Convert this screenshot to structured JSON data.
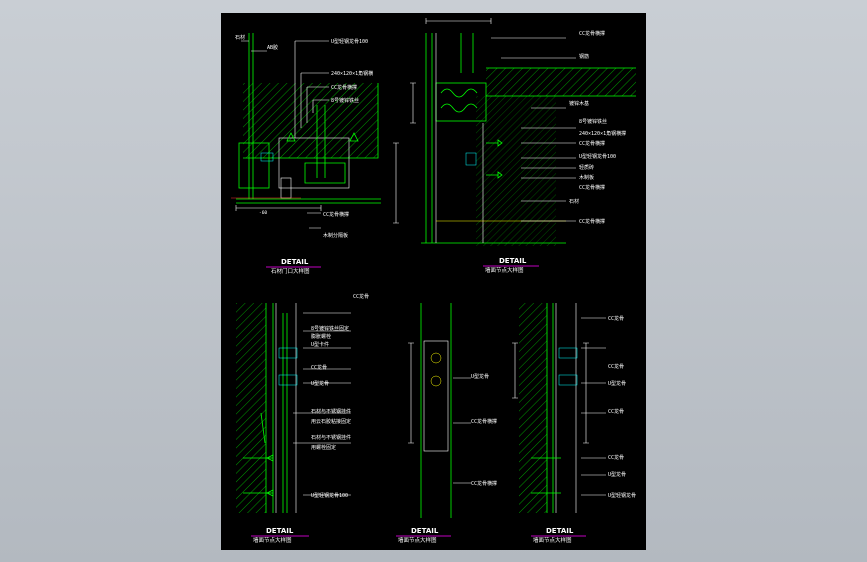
{
  "drawing": {
    "d1": {
      "labels": [
        "石材",
        "AB胶",
        "U型轻钢龙骨100",
        "240×120×1角钢横",
        "CC龙骨横撑",
        "8号镀锌铁丝",
        "CC龙骨横撑",
        "木制分隔板",
        "-60"
      ],
      "title": "DETAIL",
      "subtitle": "石材门口大样图"
    },
    "d2": {
      "labels": [
        "CC龙骨横撑",
        "钢筋",
        "镀锌木基",
        "8号镀锌铁丝",
        "240×120×1角钢横撑",
        "CC龙骨横撑",
        "U型轻钢龙骨100",
        "轻质砖",
        "木制板",
        "CC龙骨横撑",
        "石材",
        "CC龙骨横撑"
      ],
      "title": "DETAIL",
      "subtitle": "墙面节点大样图"
    },
    "d3": {
      "labels": [
        "CC龙骨",
        "8号镀锌铁丝固定",
        "膨胀螺栓",
        "U型卡件",
        "CC龙骨",
        "U型龙骨",
        "石材与不锈钢挂件",
        "用云石胶粘接固定",
        "石材与不锈钢挂件",
        "用螺栓固定",
        "U型轻钢龙骨100"
      ],
      "title": "DETAIL",
      "subtitle": "墙面节点大样图"
    },
    "d4": {
      "labels": [
        "U型龙骨",
        "CC龙骨横撑",
        "CC龙骨横撑"
      ],
      "title": "DETAIL",
      "subtitle": "墙面节点大样图"
    },
    "d5": {
      "labels": [
        "CC龙骨",
        "CC龙骨",
        "U型龙骨",
        "CC龙骨",
        "CC龙骨",
        "U型龙骨",
        "U型轻钢龙骨"
      ],
      "title": "DETAIL",
      "subtitle": "墙面节点大样图"
    }
  }
}
